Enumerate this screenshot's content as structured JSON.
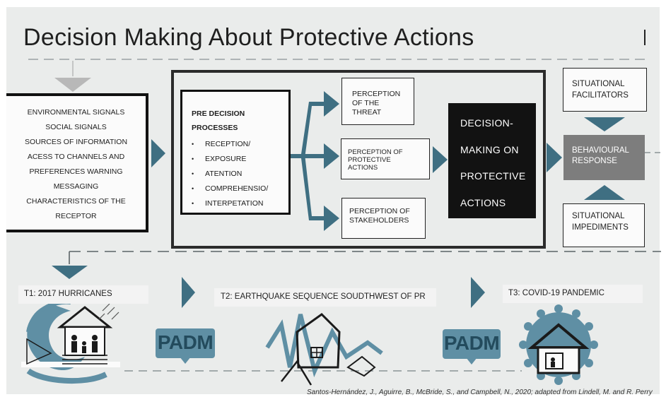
{
  "title": "Decision Making About Protective Actions",
  "inputs_box": {
    "lines": [
      "ENVIRONMENTAL SIGNALS",
      "SOCIAL SIGNALS",
      "SOURCES OF INFORMATION",
      "ACESS TO CHANNELS AND",
      "PREFERENCES WARNING",
      "MESSAGING",
      "CHARACTERISTICS OF THE",
      "RECEPTOR"
    ]
  },
  "pre_decision": {
    "heading_line1": "PRE DECISION",
    "heading_line2": "PROCESSES",
    "items": [
      "RECEPTION/",
      "EXPOSURE",
      "ATENTION",
      "COMPREHENSIO/",
      "INTERPETATION"
    ]
  },
  "perception_threat": {
    "lines": [
      "PERCEPTION",
      "OF THE",
      "THREAT"
    ]
  },
  "perception_actions": {
    "lines": [
      "PERCEPTION OF",
      "PROTECTIVE",
      "ACTIONS"
    ]
  },
  "perception_stakeholders": {
    "lines": [
      "PERCEPTION OF",
      "STAKEHOLDERS"
    ]
  },
  "decision_box": {
    "lines": [
      "DECISION-",
      "MAKING ON",
      "PROTECTIVE",
      "ACTIONS"
    ]
  },
  "situational_facilitators": {
    "lines": [
      "SITUATIONAL",
      "FACILITATORS"
    ]
  },
  "behavioural_response": {
    "lines": [
      "BEHAVIOURAL",
      "RESPONSE"
    ]
  },
  "situational_impediments": {
    "lines": [
      "SITUATIONAL",
      "IMPEDIMENTS"
    ]
  },
  "timeline": {
    "t1": "T1: 2017 HURRICANES",
    "t2": "T2: EARTHQUAKE SEQUENCE SOUDTHWEST OF PR",
    "t3": "T3: COVID-19 PANDEMIC",
    "padm_label": "PADM"
  },
  "citation": "Santos-Hernández, J., Aguirre, B., McBride, S., and Campbell, N., 2020; adapted from Lindell, M. and R. Perry",
  "colors": {
    "teal": "#3f6f82",
    "steel": "#5f8fa4",
    "dark": "#121212",
    "grey": "#7d7d7d",
    "bg": "#eaeceb"
  }
}
